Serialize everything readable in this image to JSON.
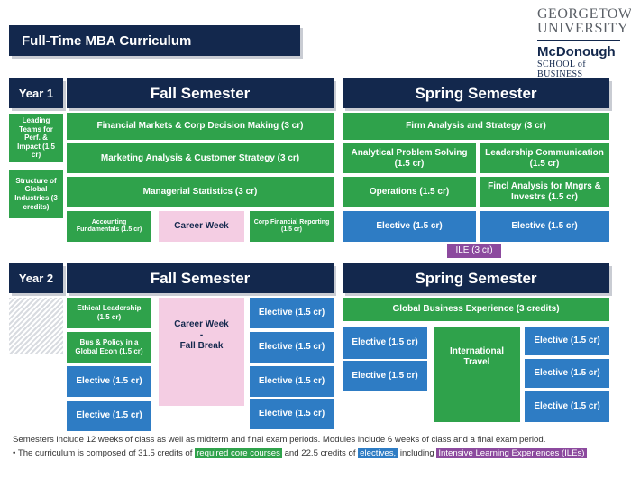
{
  "header": {
    "title": "Full-Time MBA  Curriculum"
  },
  "logo": {
    "line1": "GEORGETOWN",
    "line2": "UNIVERSITY",
    "line3": "McDonough",
    "line4": "SCHOOL of BUSINESS"
  },
  "year1": {
    "label": "Year 1",
    "fall": "Fall Semester",
    "spring": "Spring Semester",
    "side": [
      "Leading Teams for Perf. & Impact (1.5 cr)",
      "Structure of Global Industries (3 credits)"
    ],
    "fall_courses": {
      "fin_markets": "Financial Markets & Corp Decision Making (3 cr)",
      "marketing": "Marketing Analysis & Customer Strategy (3 cr)",
      "stats": "Managerial Statistics (3 cr)",
      "acct": "Accounting Fundamentals (1.5 cr)",
      "career": "Career Week",
      "corp_fin": "Corp Financial Reporting (1.5 cr)"
    },
    "spring_courses": {
      "firm": "Firm Analysis and Strategy (3 cr)",
      "aps": "Analytical Problem Solving (1.5 cr)",
      "leader_comm": "Leadership Communication (1.5 cr)",
      "ops": "Operations (1.5 cr)",
      "fincl": "Fincl Analysis for Mngrs & Investrs (1.5 cr)",
      "elective1": "Elective (1.5 cr)",
      "elective2": "Elective (1.5 cr)",
      "ile": "ILE (3 cr)"
    }
  },
  "year2": {
    "label": "Year 2",
    "fall": "Fall Semester",
    "spring": "Spring Semester",
    "fall_courses": {
      "ethical": "Ethical Leadership (1.5 cr)",
      "bus_policy": "Bus & Policy in a Global Econ (1.5 cr)",
      "elective_a": "Elective (1.5 cr)",
      "elective_b": "Elective (1.5 cr)",
      "career_line1": "Career Week",
      "career_line2": "-",
      "career_line3": "Fall Break",
      "elective_c": "Elective (1.5 cr)",
      "elective_d": "Elective (1.5 cr)",
      "elective_e": "Elective (1.5 cr)",
      "elective_f": "Elective (1.5 cr)"
    },
    "spring_courses": {
      "gbe": "Global Business Experience (3 credits)",
      "elective_a": "Elective (1.5 cr)",
      "elective_b": "Elective (1.5 cr)",
      "travel": "International Travel",
      "elective_c": "Elective (1.5 cr)",
      "elective_d": "Elective (1.5 cr)",
      "elective_e": "Elective (1.5 cr)"
    }
  },
  "footer": {
    "line1": "Semesters include 12 weeks of class as well as midterm and final exam periods. Modules include 6 weeks of class and a final exam period.",
    "bullet": "•",
    "t1": "The curriculum is composed of 31.5 credits of",
    "h1": "required core courses",
    "t2": "and 22.5 credits of",
    "h2": "electives,",
    "t3": "including",
    "h3": "Intensive Learning Experiences (ILEs)"
  },
  "colors": {
    "navy": "#13284d",
    "green": "#2fa24b",
    "blue": "#2e7cc4",
    "pink": "#f4cde3",
    "purple": "#8c4a9e"
  }
}
